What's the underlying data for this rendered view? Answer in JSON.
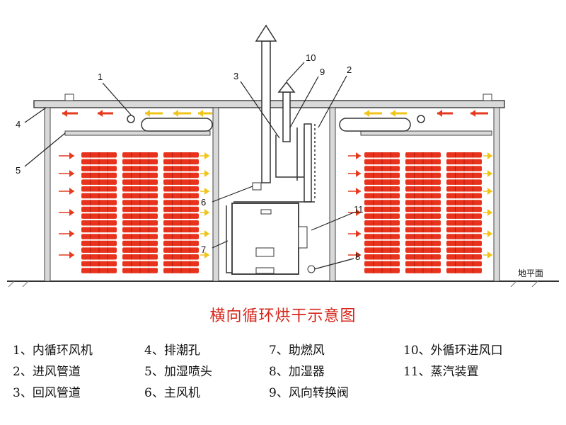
{
  "diagram": {
    "title": "横向循环烘干示意图",
    "ground_label": "地平面",
    "callouts": [
      "1",
      "2",
      "3",
      "4",
      "5",
      "6",
      "7",
      "8",
      "9",
      "10",
      "11"
    ],
    "colors": {
      "wall": "#555555",
      "product": "#e8321c",
      "hot_arrow": "#e53a1f",
      "warm_arrow": "#f0c419",
      "ceiling_fill": "#d9d9d9",
      "title": "#d6261b"
    }
  },
  "legend": [
    {
      "text": "1、内循环风机"
    },
    {
      "text": "4、排潮孔"
    },
    {
      "text": "7、助燃风"
    },
    {
      "text": "10、外循环进风口"
    },
    {
      "text": "2、进风管道"
    },
    {
      "text": "5、加湿喷头"
    },
    {
      "text": "8、加湿器"
    },
    {
      "text": "11、蒸汽装置"
    },
    {
      "text": "3、回风管道"
    },
    {
      "text": "6、主风机"
    },
    {
      "text": "9、风向转换阀"
    }
  ]
}
